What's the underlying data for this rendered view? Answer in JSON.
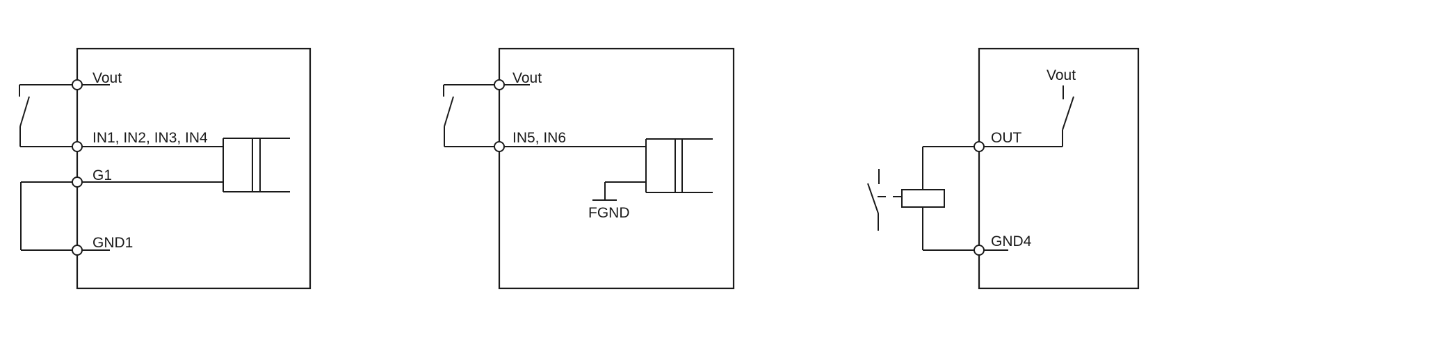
{
  "page": {
    "background": "#ffffff",
    "line_color": "#1a1a1a",
    "text_color": "#1a1a1a"
  },
  "diagrams": [
    {
      "name": "isolated-digital-input-group-1",
      "labels": {
        "vout": "Vout",
        "input": "IN1, IN2, IN3, IN4",
        "gate": "G1",
        "ground": "GND1"
      }
    },
    {
      "name": "isolated-digital-input-group-2",
      "labels": {
        "vout": "Vout",
        "input": "IN5, IN6",
        "ground": "FGND"
      }
    },
    {
      "name": "relay-output",
      "labels": {
        "vout": "Vout",
        "output": "OUT",
        "ground": "GND4"
      }
    }
  ]
}
